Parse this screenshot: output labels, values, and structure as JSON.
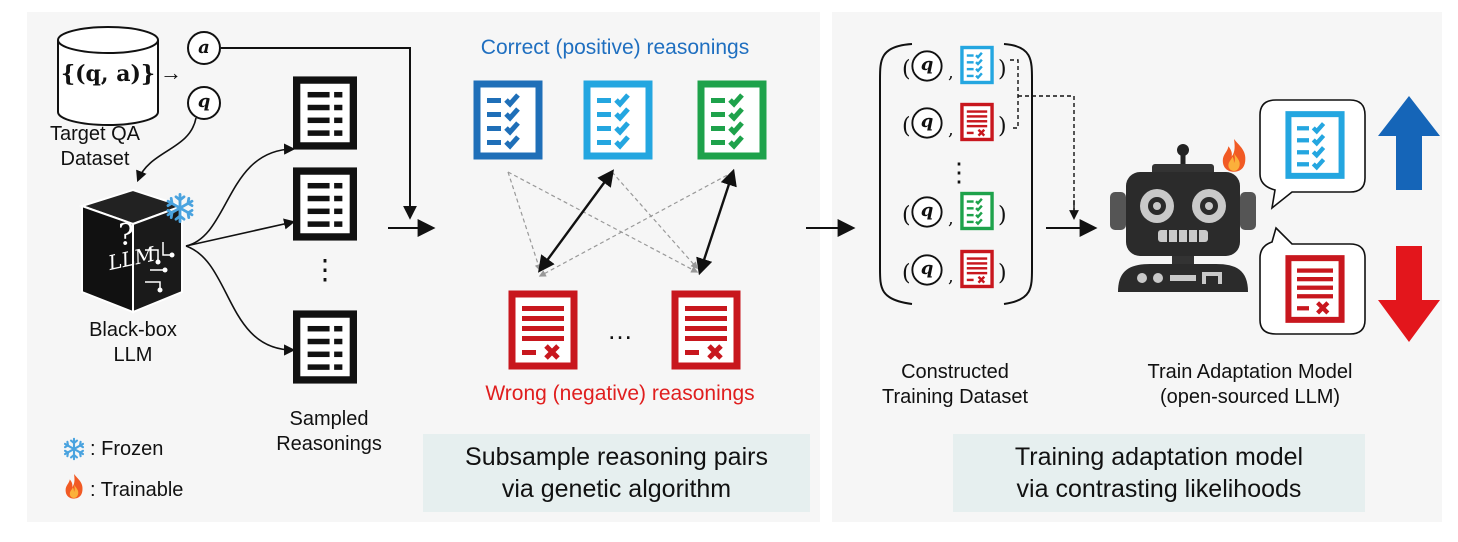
{
  "dataset": {
    "set_formula": "{(q, a)}",
    "arrow": "→",
    "label_line1": "Target QA",
    "label_line2": "Dataset",
    "a_symbol": "a",
    "q_symbol": "q"
  },
  "llm": {
    "cube_text": "LLM",
    "cube_question": "?",
    "label_line1": "Black-box",
    "label_line2": "LLM"
  },
  "sampled": {
    "label_line1": "Sampled",
    "label_line2": "Reasonings",
    "dots": "⋮"
  },
  "pairs": {
    "correct_title": "Correct (positive) reasonings",
    "wrong_title": "Wrong (negative) reasonings",
    "ellipsis": "…",
    "caption_line1": "Subsample reasoning pairs",
    "caption_line2": "via genetic algorithm"
  },
  "constructed": {
    "q_symbol": "q",
    "vdots": "⋮",
    "label_line1": "Constructed",
    "label_line2": "Training Dataset"
  },
  "train": {
    "label_line1": "Train Adaptation Model",
    "label_line2": "(open-sourced LLM)",
    "caption_line1": "Training adaptation model",
    "caption_line2": "via contrasting likelihoods"
  },
  "legend": {
    "frozen": ": Frozen",
    "trainable": ": Trainable"
  },
  "colors": {
    "panel_bg": "#f6f6f6",
    "caption_bg": "#e6efef",
    "dark_blue": "#1f6fb8",
    "light_blue": "#24a6e0",
    "green": "#1ea24b",
    "red": "#c8171e",
    "arrow_up": "#1565b8",
    "arrow_down": "#e3161c"
  }
}
